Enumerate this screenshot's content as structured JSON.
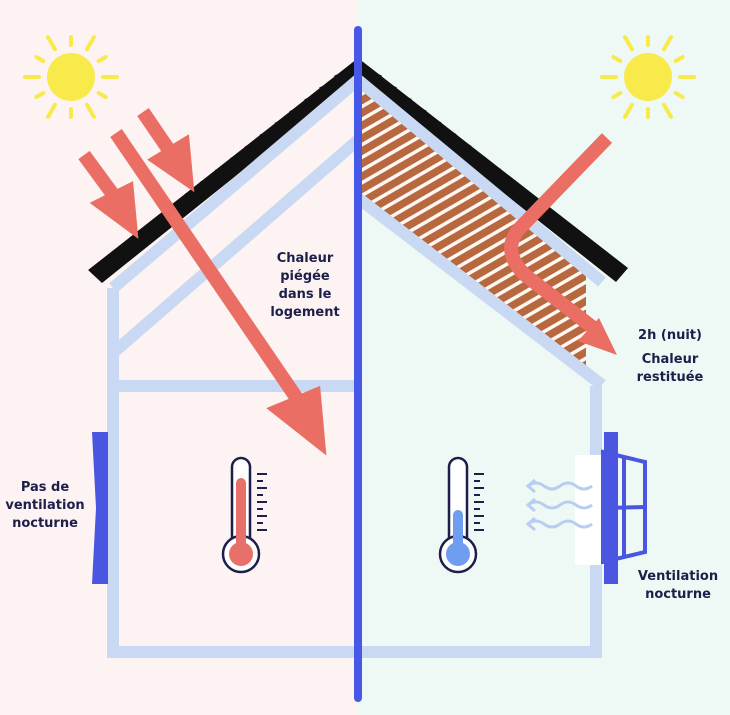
{
  "labels": {
    "trapped_heat": "Chaleur\npiégée\ndans le\nlogement",
    "time_night": "2h (nuit)",
    "heat_released": "Chaleur\nrestituée",
    "no_night_ventilation": "Pas de\nventilation\nnocturne",
    "night_ventilation": "Ventilation\nnocturne"
  },
  "colors": {
    "left_background": "#fdf3f2",
    "right_background": "#eef9f5",
    "wall": "#c9d9f3",
    "divider": "#4757e6",
    "sun": "#f8ea4a",
    "heat_arrow": "#ea6e63",
    "roof_tiles": "#111111",
    "insulation": "#b8683f",
    "hot_thermometer": "#e8706a",
    "cool_thermometer": "#6f9df0",
    "air_waves": "#b9cdf2",
    "window_frame": "#4a55e0"
  },
  "icons": [
    "sun-icon",
    "thermometer-icon",
    "window-icon",
    "air-flow-icon",
    "shutter-icon"
  ]
}
